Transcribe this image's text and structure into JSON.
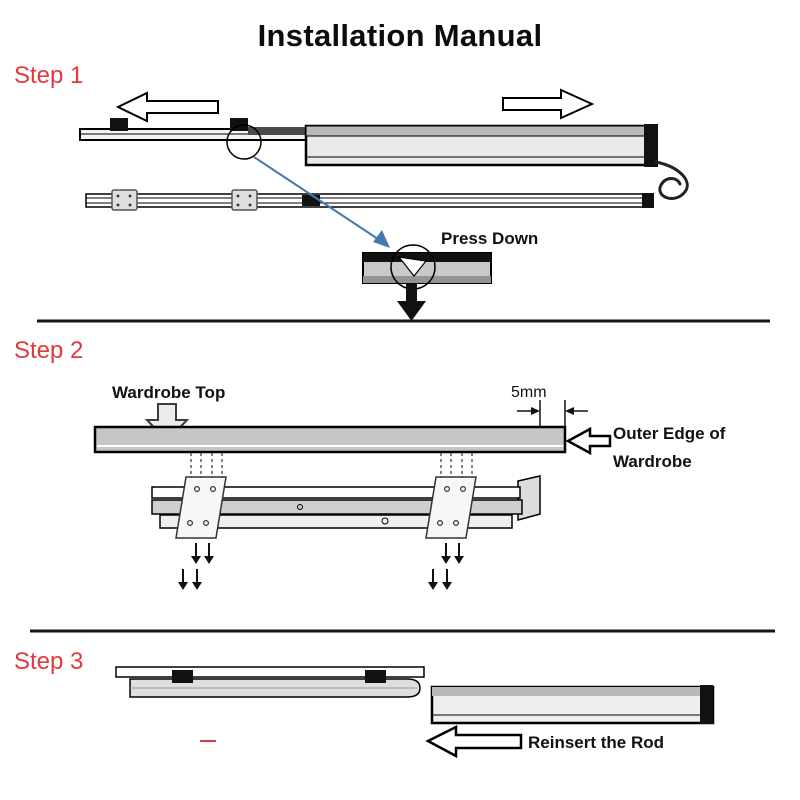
{
  "title": "Installation Manual",
  "colors": {
    "step_label": "#e03a3c",
    "blue_arrow": "#4679ad",
    "line": "#111111",
    "metal_light": "#e8e8e8",
    "metal_mid": "#c4c4c4",
    "black_part": "#111111"
  },
  "step1": {
    "label": "Step 1",
    "press_down_label": "Press Down"
  },
  "step2": {
    "label": "Step 2",
    "wardrobe_top_label": "Wardrobe Top",
    "gap_dimension": "5mm",
    "outer_edge_label_line1": "Outer Edge of",
    "outer_edge_label_line2": "Wardrobe"
  },
  "step3": {
    "label": "Step 3",
    "reinsert_label": "Reinsert the Rod"
  }
}
